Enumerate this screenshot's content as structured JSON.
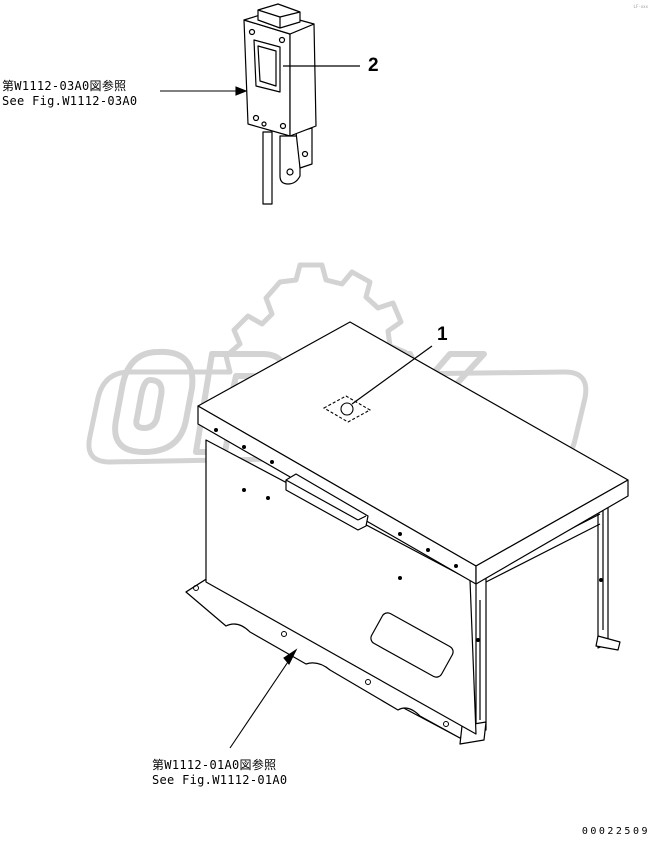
{
  "corner_mark": "LF-xxx",
  "callouts": {
    "item_1": "1",
    "item_2": "2"
  },
  "references": {
    "top": {
      "jp": "第W1112-03A0図参照",
      "en": "See Fig.W1112-03A0"
    },
    "bottom": {
      "jp": "第W1112-01A0図参照",
      "en": "See Fig.W1112-01A0"
    }
  },
  "watermark": {
    "text": "OPEX",
    "color": "#d6d6d6"
  },
  "drawing_code": "00022509",
  "colors": {
    "line": "#000000",
    "background": "#ffffff"
  }
}
